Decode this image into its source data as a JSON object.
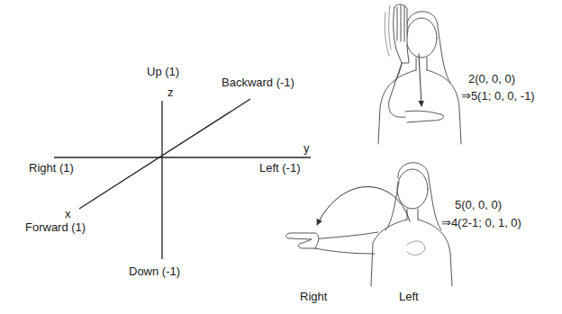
{
  "diagram": {
    "labels": [
      "Up (1)",
      "z",
      "Backward (-1)",
      "y",
      "Right (1)",
      "Left (-1)",
      "x",
      "Forward (1)",
      "Down (-1)",
      "2(0, 0, 0)",
      "⇒5(1; 0, 0, -1)",
      "5(0, 0, 0)",
      "⇒4(2-1; 0, 1, 0)",
      "Right",
      "Left"
    ]
  }
}
